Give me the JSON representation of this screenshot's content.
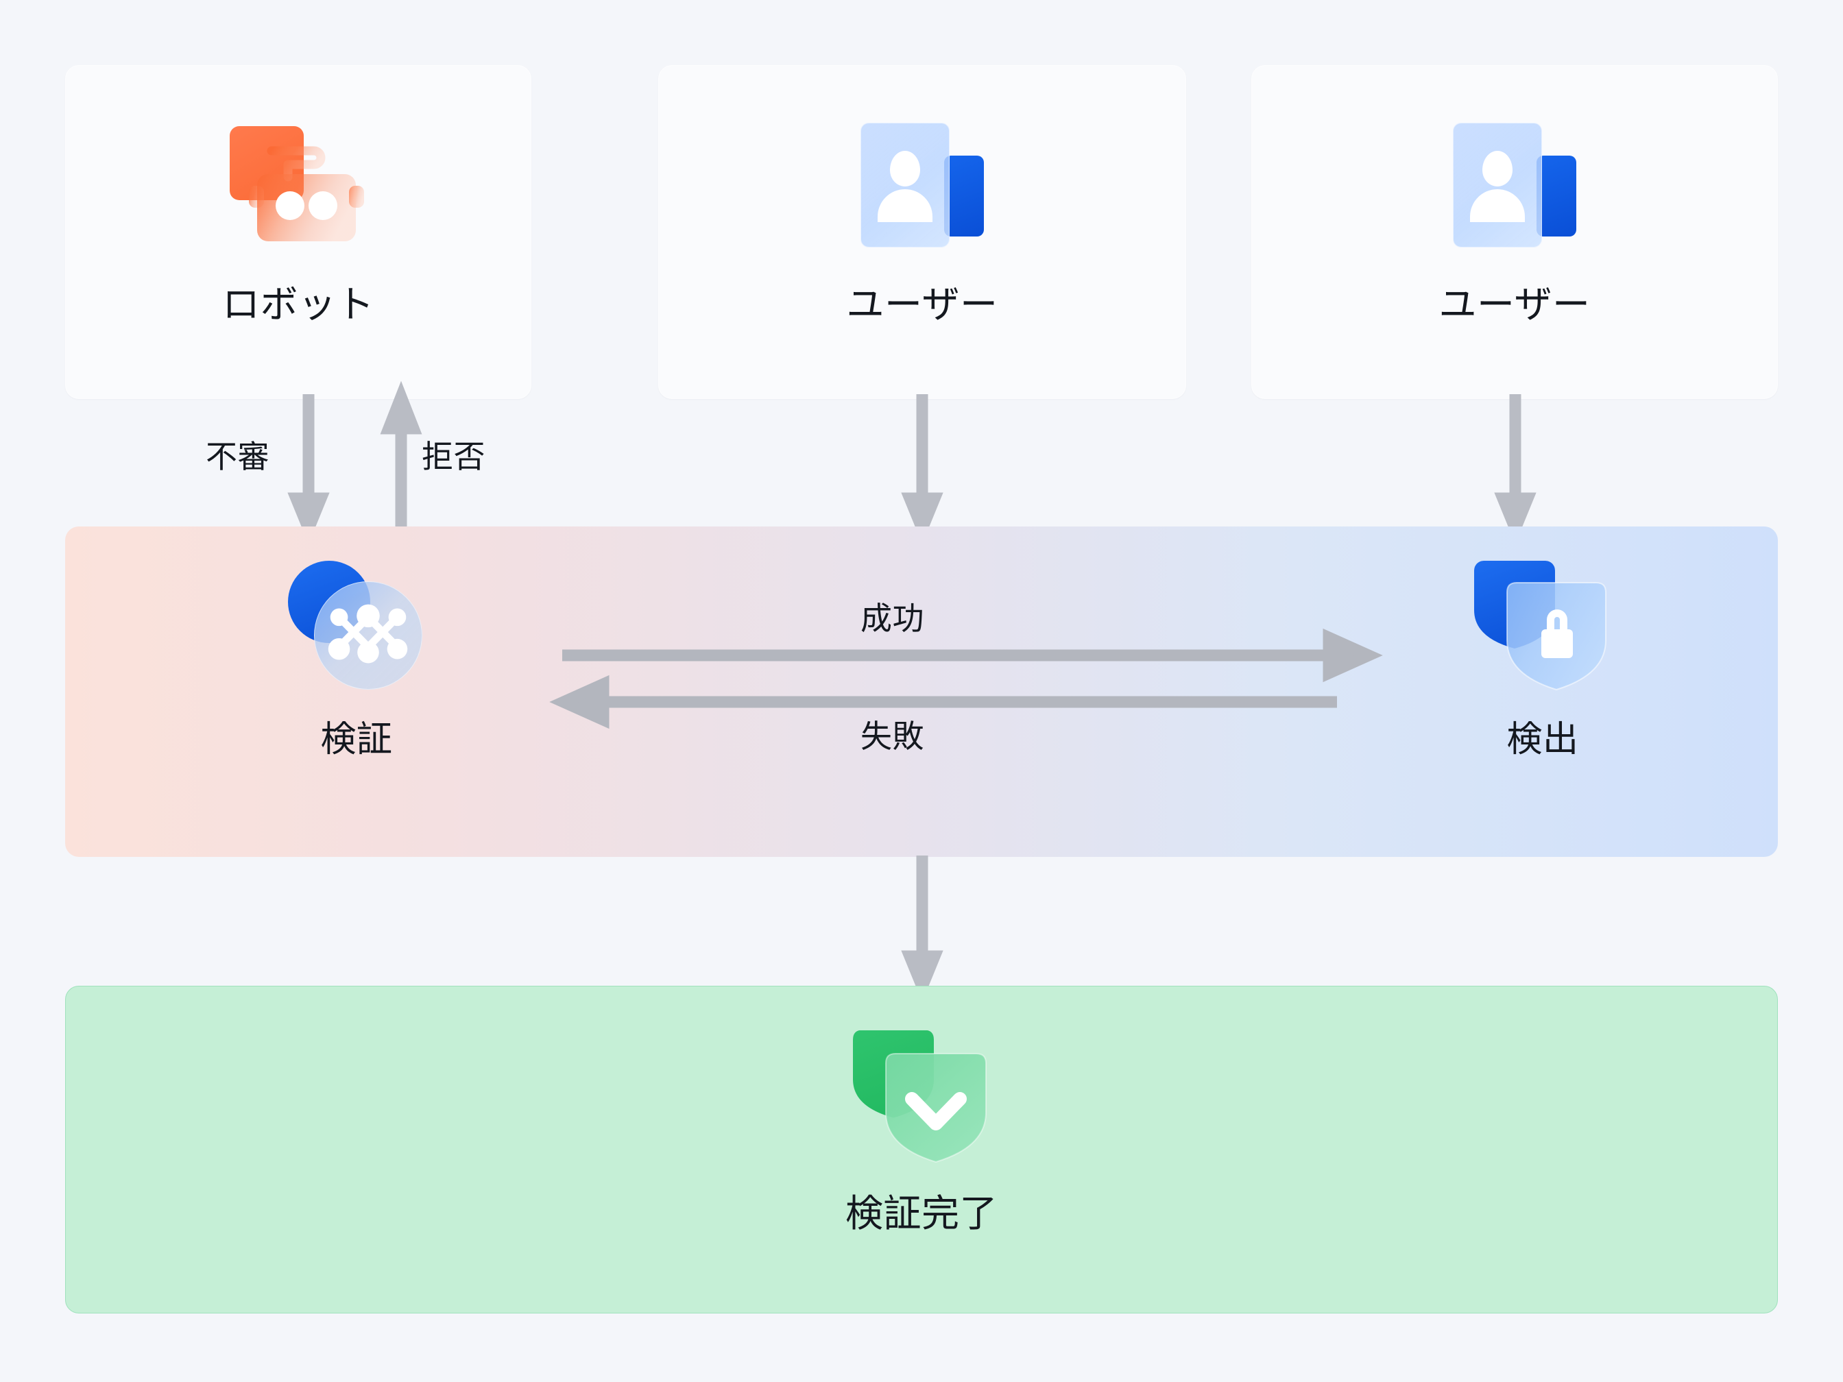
{
  "diagram": {
    "background_color": "#f4f6fa",
    "arrow_color": "#b9bcc4",
    "title": ""
  },
  "top_cards": [
    {
      "id": "robot",
      "label": "ロボット",
      "icon": "robot-icon",
      "accent": "#fb6a35"
    },
    {
      "id": "user1",
      "label": "ユーザー",
      "icon": "user-card-icon",
      "accent": "#0a4fd6"
    },
    {
      "id": "user2",
      "label": "ユーザー",
      "icon": "user-card-icon",
      "accent": "#0a4fd6"
    }
  ],
  "vertical_arrows": [
    {
      "id": "robot-down",
      "label": "不審",
      "direction": "down"
    },
    {
      "id": "robot-up",
      "label": "拒否",
      "direction": "up"
    },
    {
      "id": "user1-down",
      "label": "",
      "direction": "down"
    },
    {
      "id": "user2-down",
      "label": "",
      "direction": "down"
    },
    {
      "id": "band-down",
      "label": "",
      "direction": "down"
    }
  ],
  "band": {
    "gradient_from": "#fbe2db",
    "gradient_to": "#cfe0fb",
    "nodes": [
      {
        "id": "verify",
        "label": "検証",
        "icon": "network-nodes-icon"
      },
      {
        "id": "detect",
        "label": "検出",
        "icon": "shield-lock-icon"
      }
    ],
    "flow_arrows": [
      {
        "id": "success",
        "label": "成功",
        "direction": "right"
      },
      {
        "id": "failure",
        "label": "失敗",
        "direction": "left"
      }
    ]
  },
  "result_panel": {
    "label": "検証完了",
    "icon": "shield-check-icon",
    "fill_color": "#c5efd6",
    "border_color": "#9fe2bd"
  }
}
